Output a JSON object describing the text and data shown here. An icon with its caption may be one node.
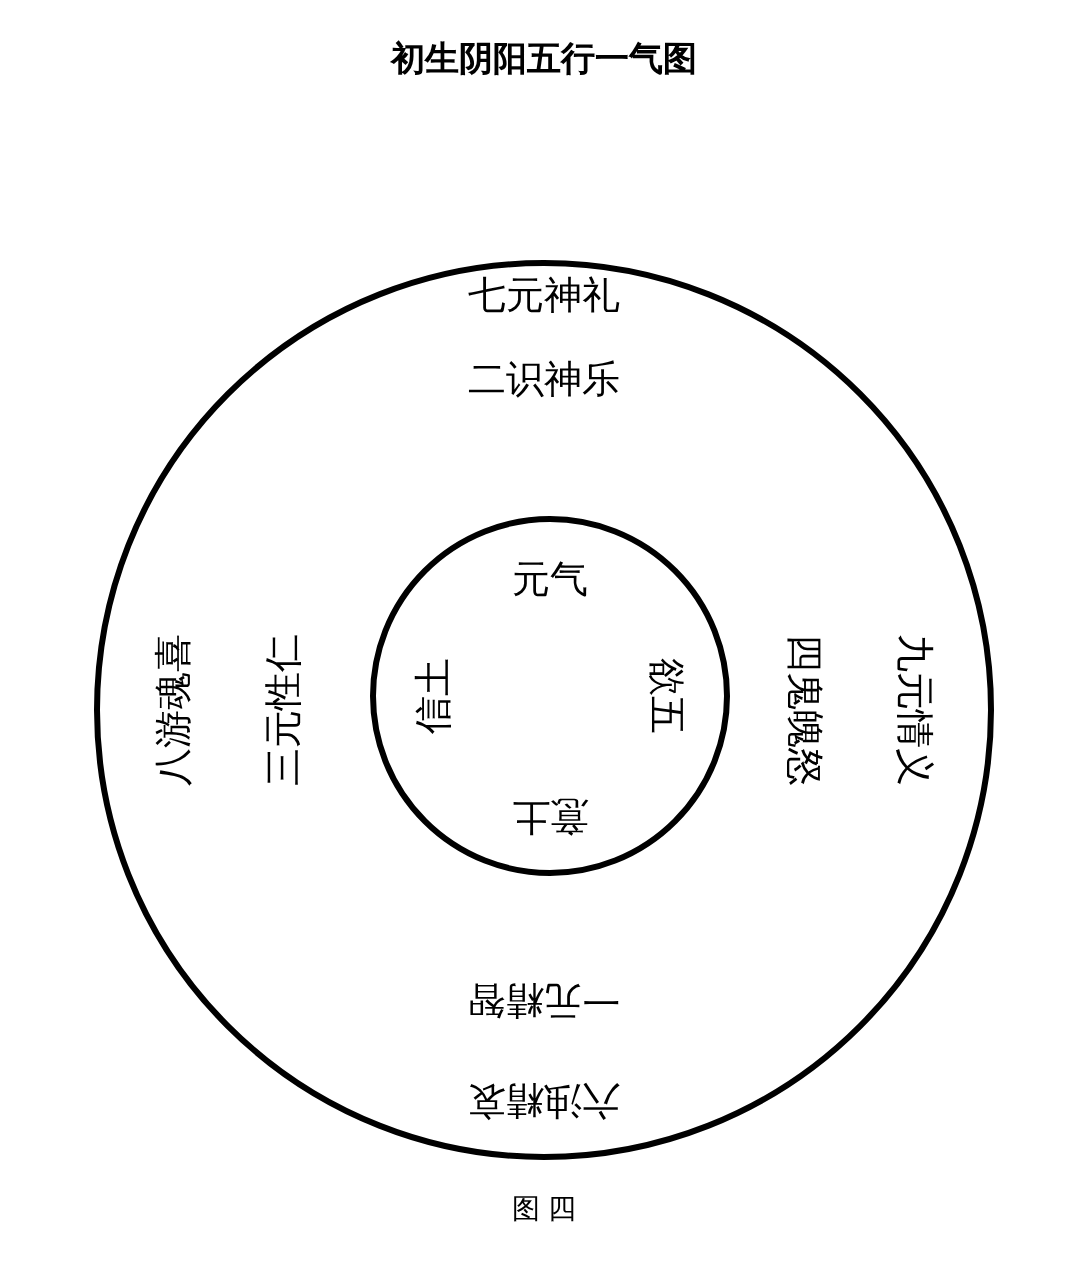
{
  "diagram": {
    "title": "初生阴阳五行一气图",
    "caption": "图 四",
    "nodes": [
      {
        "text": [
          "七元神礼",
          "二识神乐",
          "八游魂喜",
          "三元性仁",
          "四鬼魄怒",
          "九元情义",
          "一元精智",
          "六浊精哀"
        ]
      },
      {
        "text": [
          "元气",
          "信土",
          "欲五",
          "意土"
        ],
        "in": 0
      }
    ],
    "edges": []
  }
}
